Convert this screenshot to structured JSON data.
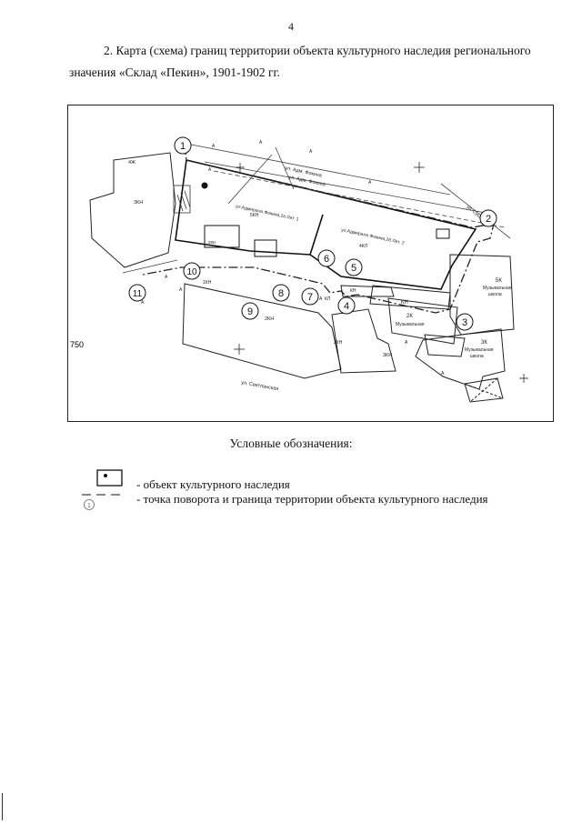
{
  "page_number": "4",
  "heading": {
    "line1": "2. Карта (схема) границ территории объекта культурного наследия регионального",
    "line2": "значения «Склад «Пекин», 1901-1902 гг."
  },
  "map": {
    "side_label": "750",
    "streets": {
      "street_top_1": "ул. Адм. Фокина",
      "street_top_2": "ул. Адм. Фокина",
      "street_right": "ул. Суханова",
      "street_bottom": "ул. Светланская"
    },
    "buildings": {
      "main_1": "ул.Адмирала Фокина,2а Лит. 1",
      "main_1_sub": "5КН",
      "main_2": "ул.Адмирала Фокина,2б Лит. 2",
      "main_2_sub": "4КЛ",
      "left_tall": "4Ж",
      "left_sub": "3КН",
      "right_school": "5К",
      "right_school_sub1": "Музыкальная",
      "right_school_sub2": "школа",
      "kn_mid": "КН",
      "b_2k": "2К",
      "b_2k_sub": "Музыкальная",
      "b_3k": "3К",
      "b_3k_sub1": "Музыкальная",
      "b_3k_sub2": "школа",
      "b_2kn": "2КН",
      "b_3kn": "3КН",
      "b_1kh": "1КН",
      "b_2kh": "2КН",
      "b_kn_small": "КН",
      "b_kl": "КЛ",
      "b_kn2": "2КН"
    },
    "points": [
      "1",
      "2",
      "3",
      "4",
      "5",
      "6",
      "7",
      "8",
      "9",
      "10",
      "11"
    ],
    "letter_a": "А"
  },
  "legend": {
    "title": "Условные обозначения:",
    "items": [
      {
        "icon": "heritage-object-icon",
        "label": "- объект культурного наследия"
      },
      {
        "icon": "boundary-point-icon",
        "label": "- точка поворота и граница территории объекта культурного наследия",
        "point_number": "1"
      }
    ]
  }
}
